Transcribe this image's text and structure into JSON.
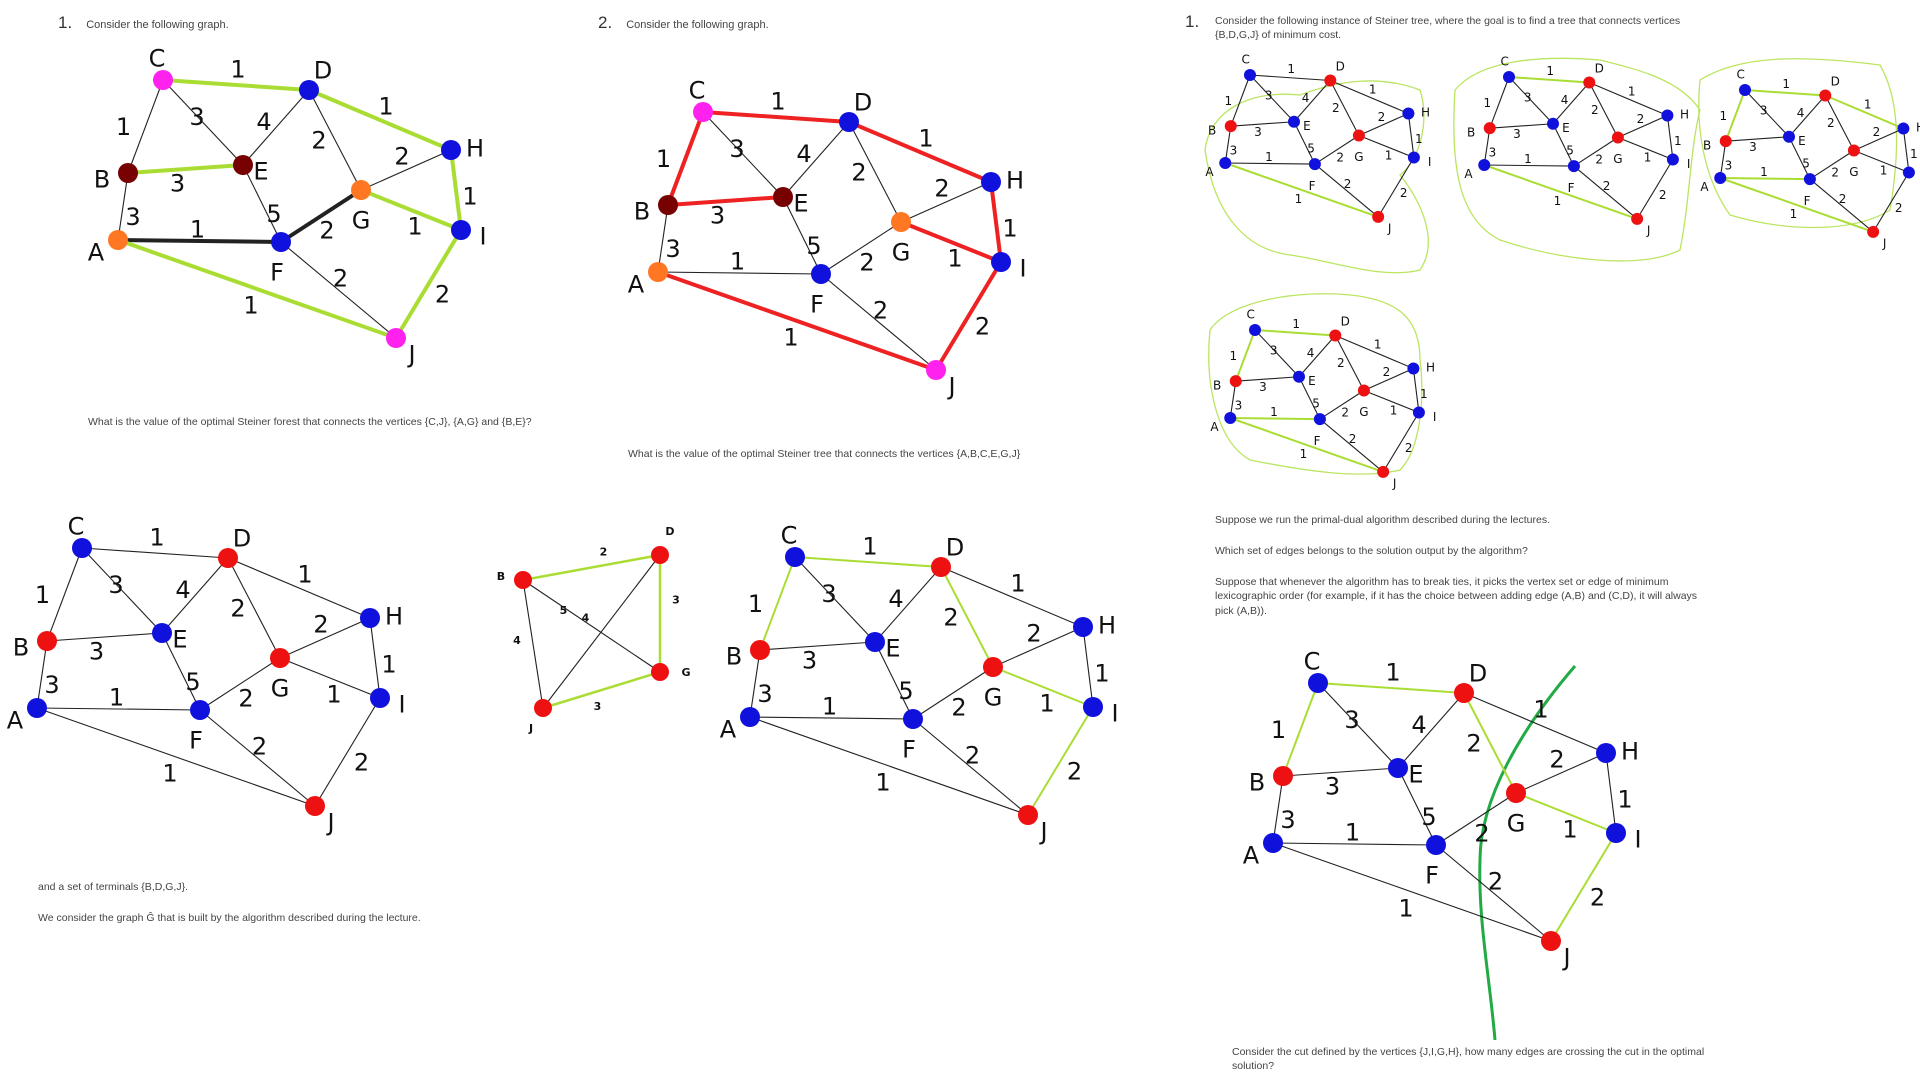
{
  "q1_num": "1.",
  "q1_title": "Consider the following graph.",
  "q1_question": "What is the value of the optimal Steiner forest that connects the vertices {C,J}, {A,G} and {B,E}?",
  "q2_num": "2.",
  "q2_title": "Consider the following graph.",
  "q2_question": "What is the value of the optimal Steiner tree that connects the vertices {A,B,C,E,G,J}",
  "q3_intro": "and a set of terminals {B,D,G,J}.",
  "q3_graph": "We consider the graph Ĝ that is built by the algorithm described during the lecture.",
  "q4_num": "1.",
  "q4_title": "Consider the following instance of Steiner tree, where the goal is to find a tree that connects vertices {B,D,G,J} of minimum cost.",
  "q4_p1": "Suppose we run the primal-dual algorithm described during the lectures.",
  "q4_p2": "Which set of edges belongs to the solution output by the algorithm?",
  "q4_p3": "Suppose that whenever the algorithm has to break ties, it picks the vertex set or edge of minimum lexicographic order (for example, if it has the choice between adding edge (A,B) and (C,D), it will always pick (A,B)).",
  "q5_question": "Consider the cut defined by the vertices {J,I,G,H}, how many edges are crossing the cut in the optimal solution?",
  "graph": {
    "nodes": [
      "A",
      "B",
      "C",
      "D",
      "E",
      "F",
      "G",
      "H",
      "I",
      "J"
    ],
    "edges": [
      {
        "u": "C",
        "v": "D",
        "w": "1"
      },
      {
        "u": "C",
        "v": "B",
        "w": "1"
      },
      {
        "u": "C",
        "v": "E",
        "w": "3"
      },
      {
        "u": "D",
        "v": "E",
        "w": "4"
      },
      {
        "u": "D",
        "v": "H",
        "w": "1"
      },
      {
        "u": "D",
        "v": "G",
        "w": "2"
      },
      {
        "u": "B",
        "v": "E",
        "w": "3"
      },
      {
        "u": "B",
        "v": "A",
        "w": "3"
      },
      {
        "u": "E",
        "v": "F",
        "w": "5"
      },
      {
        "u": "G",
        "v": "H",
        "w": "2"
      },
      {
        "u": "G",
        "v": "I",
        "w": "1"
      },
      {
        "u": "H",
        "v": "I",
        "w": "1"
      },
      {
        "u": "A",
        "v": "F",
        "w": "1"
      },
      {
        "u": "F",
        "v": "G",
        "w": "2"
      },
      {
        "u": "F",
        "v": "J",
        "w": "2"
      },
      {
        "u": "A",
        "v": "J",
        "w": "1"
      },
      {
        "u": "I",
        "v": "J",
        "w": "2"
      }
    ]
  },
  "small_graph": {
    "nodes": [
      "B",
      "D",
      "G",
      "J"
    ],
    "edges": [
      {
        "u": "B",
        "v": "D",
        "w": "2"
      },
      {
        "u": "B",
        "v": "G",
        "w": "5"
      },
      {
        "u": "D",
        "v": "J",
        "w": "4"
      },
      {
        "u": "D",
        "v": "G",
        "w": "3"
      },
      {
        "u": "B",
        "v": "J",
        "w": "4"
      },
      {
        "u": "J",
        "v": "G",
        "w": "3"
      }
    ]
  },
  "colors": {
    "blue": "#1111dd",
    "red": "#ee1111",
    "magenta": "#ff22ee",
    "orange": "#ff7722",
    "darkred": "#770000",
    "lime": "#aadd33",
    "redline": "#ee2222",
    "black": "#222222",
    "cut": "#22aa44"
  },
  "panels": [
    {
      "id": "q1",
      "colors": {
        "A": "orange",
        "B": "darkred",
        "C": "magenta",
        "D": "blue",
        "E": "darkred",
        "F": "blue",
        "G": "orange",
        "H": "blue",
        "I": "blue",
        "J": "magenta"
      },
      "hl": [
        [
          "C",
          "D",
          "lime"
        ],
        [
          "D",
          "H",
          "lime"
        ],
        [
          "H",
          "I",
          "lime"
        ],
        [
          "B",
          "E",
          "lime"
        ],
        [
          "G",
          "I",
          "lime"
        ],
        [
          "I",
          "J",
          "lime"
        ],
        [
          "A",
          "J",
          "lime"
        ],
        [
          "A",
          "F",
          "black"
        ],
        [
          "F",
          "G",
          "black"
        ]
      ]
    },
    {
      "id": "q2",
      "colors": {
        "A": "orange",
        "B": "darkred",
        "C": "magenta",
        "D": "blue",
        "E": "darkred",
        "F": "blue",
        "G": "orange",
        "H": "blue",
        "I": "blue",
        "J": "magenta"
      },
      "hl": [
        [
          "C",
          "D",
          "redline"
        ],
        [
          "C",
          "B",
          "redline"
        ],
        [
          "B",
          "E",
          "redline"
        ],
        [
          "D",
          "H",
          "redline"
        ],
        [
          "H",
          "I",
          "redline"
        ],
        [
          "G",
          "I",
          "redline"
        ],
        [
          "I",
          "J",
          "redline"
        ],
        [
          "A",
          "J",
          "redline"
        ]
      ]
    },
    {
      "id": "q3",
      "colors": {
        "A": "blue",
        "B": "red",
        "C": "blue",
        "D": "red",
        "E": "blue",
        "F": "blue",
        "G": "red",
        "H": "blue",
        "I": "blue",
        "J": "red"
      },
      "hl": []
    },
    {
      "id": "q3b",
      "colors": {
        "A": "blue",
        "B": "red",
        "C": "blue",
        "D": "red",
        "E": "blue",
        "F": "blue",
        "G": "red",
        "H": "blue",
        "I": "blue",
        "J": "red"
      },
      "hl": [
        [
          "C",
          "D",
          "lime"
        ],
        [
          "C",
          "B",
          "lime"
        ],
        [
          "D",
          "G",
          "lime"
        ],
        [
          "G",
          "I",
          "lime"
        ],
        [
          "I",
          "J",
          "lime"
        ]
      ]
    },
    {
      "id": "t1",
      "colors": {
        "A": "blue",
        "B": "red",
        "C": "blue",
        "D": "red",
        "E": "blue",
        "F": "blue",
        "G": "red",
        "H": "blue",
        "I": "blue",
        "J": "red"
      },
      "hl": [
        [
          "A",
          "J",
          "lime"
        ]
      ]
    },
    {
      "id": "t2",
      "colors": {
        "A": "blue",
        "B": "red",
        "C": "blue",
        "D": "red",
        "E": "blue",
        "F": "blue",
        "G": "red",
        "H": "blue",
        "I": "blue",
        "J": "red"
      },
      "hl": [
        [
          "A",
          "J",
          "lime"
        ],
        [
          "C",
          "D",
          "lime"
        ]
      ]
    },
    {
      "id": "t3",
      "colors": {
        "A": "blue",
        "B": "red",
        "C": "blue",
        "D": "red",
        "E": "blue",
        "F": "blue",
        "G": "red",
        "H": "blue",
        "I": "blue",
        "J": "red"
      },
      "hl": [
        [
          "A",
          "J",
          "lime"
        ],
        [
          "C",
          "D",
          "lime"
        ],
        [
          "C",
          "B",
          "lime"
        ],
        [
          "D",
          "H",
          "lime"
        ],
        [
          "A",
          "F",
          "lime"
        ]
      ]
    },
    {
      "id": "t4",
      "colors": {
        "A": "blue",
        "B": "red",
        "C": "blue",
        "D": "red",
        "E": "blue",
        "F": "blue",
        "G": "red",
        "H": "blue",
        "I": "blue",
        "J": "red"
      },
      "hl": [
        [
          "A",
          "J",
          "lime"
        ],
        [
          "C",
          "D",
          "lime"
        ],
        [
          "C",
          "B",
          "lime"
        ],
        [
          "A",
          "F",
          "lime"
        ]
      ]
    },
    {
      "id": "q5",
      "colors": {
        "A": "blue",
        "B": "red",
        "C": "blue",
        "D": "red",
        "E": "blue",
        "F": "blue",
        "G": "red",
        "H": "blue",
        "I": "blue",
        "J": "red"
      },
      "hl": [
        [
          "C",
          "D",
          "lime"
        ],
        [
          "C",
          "B",
          "lime"
        ],
        [
          "D",
          "G",
          "lime"
        ],
        [
          "G",
          "I",
          "lime"
        ],
        [
          "I",
          "J",
          "lime"
        ]
      ]
    }
  ]
}
